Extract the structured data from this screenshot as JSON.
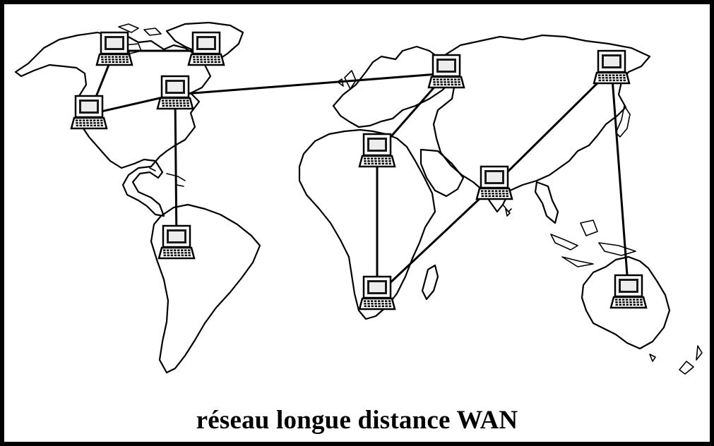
{
  "caption": "réseau longue distance WAN",
  "colors": {
    "ink": "#000000",
    "background": "#ffffff"
  },
  "node_icon": "laptop-icon",
  "nodes": [
    {
      "id": "n1",
      "region": "north-america-northwest"
    },
    {
      "id": "n2",
      "region": "greenland"
    },
    {
      "id": "n3",
      "region": "north-america-west"
    },
    {
      "id": "n4",
      "region": "north-america-east"
    },
    {
      "id": "n5",
      "region": "south-america"
    },
    {
      "id": "n6",
      "region": "europe"
    },
    {
      "id": "n7",
      "region": "north-africa"
    },
    {
      "id": "n8",
      "region": "southern-africa"
    },
    {
      "id": "n9",
      "region": "india"
    },
    {
      "id": "n10",
      "region": "east-asia"
    },
    {
      "id": "n11",
      "region": "australia"
    }
  ],
  "links": [
    [
      "n1",
      "n2"
    ],
    [
      "n1",
      "n3"
    ],
    [
      "n3",
      "n4"
    ],
    [
      "n4",
      "n6"
    ],
    [
      "n4",
      "n5"
    ],
    [
      "n6",
      "n7"
    ],
    [
      "n7",
      "n8"
    ],
    [
      "n8",
      "n9"
    ],
    [
      "n9",
      "n10"
    ],
    [
      "n10",
      "n11"
    ]
  ]
}
